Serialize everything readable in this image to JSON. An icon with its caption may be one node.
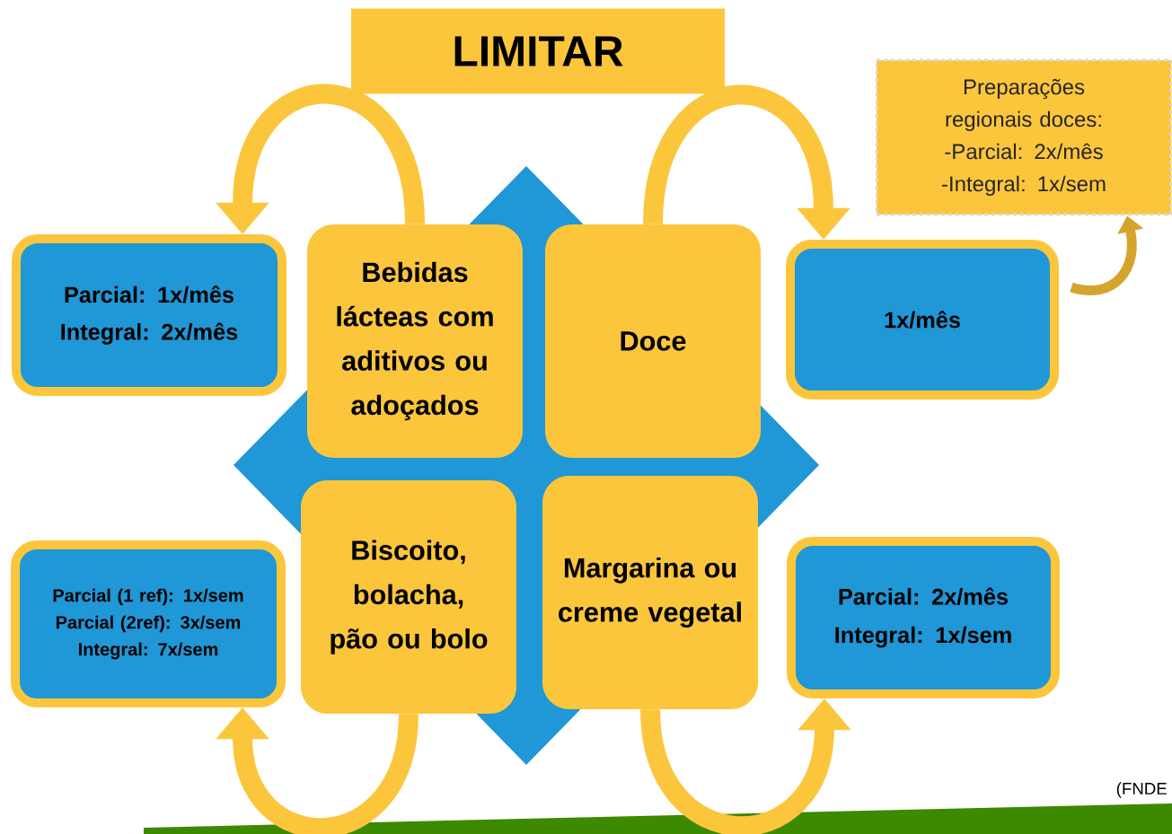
{
  "diagram": {
    "title": "LIMITAR",
    "nodes": [
      {
        "text": [
          "Bebidas lácteas com aditivos ou adoçados"
        ]
      },
      {
        "text": [
          "Doce"
        ]
      },
      {
        "text": [
          "Biscoito, bolacha, pão ou bolo"
        ]
      },
      {
        "text": [
          "Margarina ou creme vegetal"
        ]
      },
      {
        "text": [
          "Parcial: 1x/mês",
          "Integral: 2x/mês"
        ]
      },
      {
        "text": [
          "1x/mês"
        ]
      },
      {
        "text": [
          "Preparações regionais doces:",
          "-Parcial: 2x/mês",
          "-Integral: 1x/sem"
        ]
      },
      {
        "text": [
          "Parcial (1 ref): 1x/sem",
          "Parcial (2ref): 3x/sem",
          "Integral: 7x/sem"
        ]
      },
      {
        "text": [
          "Parcial: 2x/mês",
          "Integral: 1x/sem"
        ]
      }
    ],
    "edges": [
      {
        "from": 0,
        "to": 4,
        "arrow": "to"
      },
      {
        "from": 1,
        "to": 5,
        "arrow": "to"
      },
      {
        "from": 2,
        "to": 7,
        "arrow": "to"
      },
      {
        "from": 3,
        "to": 8,
        "arrow": "to"
      },
      {
        "from": 5,
        "to": 6,
        "arrow": "to",
        "color": "#d4a52c"
      }
    ],
    "labels": [
      "(FNDE"
    ]
  }
}
